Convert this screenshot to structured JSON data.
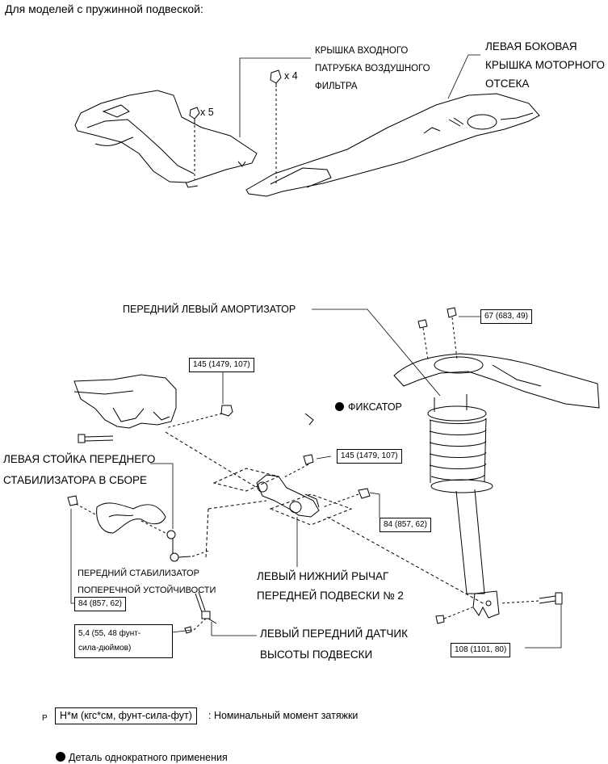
{
  "header": "Для моделей с пружинной подвеской:",
  "top_labels": {
    "air_intake_cover": [
      "КРЫШКА ВХОДНОГО",
      "ПАТРУБКА ВОЗДУШНОГО",
      "ФИЛЬТРА"
    ],
    "left_side_cover": [
      "ЛЕВАЯ БОКОВАЯ",
      "КРЫШКА МОТОРНОГО",
      "ОТСЕКА"
    ],
    "clip_x5": "x 5",
    "clip_x4": "x 4"
  },
  "labels": {
    "shock_absorber": "ПЕРЕДНИЙ ЛЕВЫЙ АМОРТИЗАТОР",
    "retainer": "ФИКСАТОР",
    "stabilizer_link": [
      "ЛЕВАЯ СТОЙКА ПЕРЕДНЕГО",
      "СТАБИЛИЗАТОРА В СБОРЕ"
    ],
    "stabilizer_bar": [
      "ПЕРЕДНИЙ СТАБИЛИЗАТОР",
      "ПОПЕРЕЧНОЙ УСТОЙЧИВОСТИ"
    ],
    "lower_arm": [
      "ЛЕВЫЙ НИЖНИЙ РЫЧАГ",
      "ПЕРЕДНЕЙ ПОДВЕСКИ № 2"
    ],
    "height_sensor": [
      "ЛЕВЫЙ ПЕРЕДНИЙ ДАТЧИК",
      "ВЫСОТЫ ПОДВЕСКИ"
    ]
  },
  "torques": {
    "t67": "67 (683, 49)",
    "t145a": "145 (1479, 107)",
    "t145b": "145 (1479, 107)",
    "t84a": "84 (857, 62)",
    "t84b": "84 (857, 62)",
    "t54": [
      "5,4 (55, 48 фунт-",
      "сила-дюймов)"
    ],
    "t108": "108 (1101, 80)"
  },
  "legend": {
    "marker": "P",
    "torque_unit": "Н*м (кгс*см, фунт-сила-фут)",
    "torque_desc": ": Номинальный момент затяжки",
    "non_reusable": "Деталь однократного применения"
  }
}
